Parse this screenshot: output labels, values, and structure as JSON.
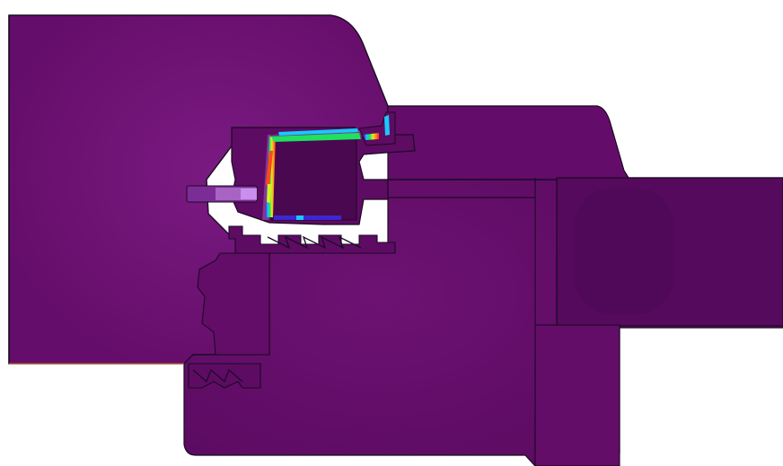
{
  "figure": {
    "type": "thermal-cross-section",
    "background_color": "#ffffff",
    "outline_color": "#1a0b22",
    "component_colors": {
      "wall_left": "#6a0f6e",
      "wall_glow": "#7a1a80",
      "frame_main": "#650d6a",
      "sash_cavity": "#4e0b55",
      "glazing_unit": "#5a0b60",
      "lower_block": "#640c68",
      "hot_spot_ring": "#b06bd0"
    },
    "thermal_gradient": [
      {
        "position": 0.0,
        "color": "#3a32ff"
      },
      {
        "position": 0.2,
        "color": "#19c8ff"
      },
      {
        "position": 0.4,
        "color": "#20e060"
      },
      {
        "position": 0.6,
        "color": "#d8f020"
      },
      {
        "position": 0.8,
        "color": "#ff8a1a"
      },
      {
        "position": 1.0,
        "color": "#ff2a2a"
      }
    ]
  }
}
